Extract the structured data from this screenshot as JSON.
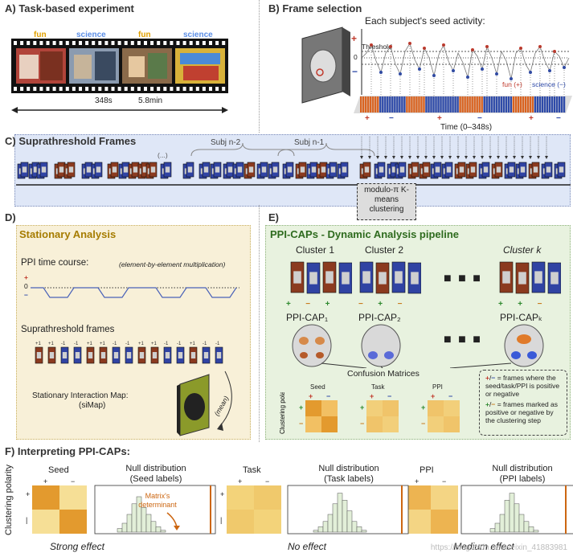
{
  "panelA": {
    "title": "A) Task-based experiment",
    "labels": [
      "fun",
      "science",
      "fun",
      "science"
    ],
    "duration_s": "348s",
    "duration_min": "5.8min"
  },
  "panelB": {
    "title": "B) Frame selection",
    "subtitle": "Each subject's seed activity:",
    "threshold": "Threshold",
    "zero": "0",
    "plus": "+",
    "minus": "−",
    "fun": "fun",
    "fun_sign": "(+)",
    "science": "science",
    "science_sign": "(−)",
    "time": "Time (0–348s)",
    "bottom_signs": [
      "+",
      "−",
      "+",
      "−",
      "+",
      "−"
    ]
  },
  "panelC": {
    "title": "C) Suprathreshold Frames",
    "ellipsis": "(...)",
    "subj_a": "Subj n-2",
    "subj_b": "Subj n-1",
    "kmeans": "modulo-π K-means clustering"
  },
  "panelD": {
    "title": "D)",
    "box_title": "Stationary Analysis",
    "ppi_tc": "PPI time course:",
    "mult": "(element-by-element multiplication)",
    "plus": "+",
    "zero": "0",
    "minus": "−",
    "frames": "Suprathreshold frames",
    "frame_signs": [
      "+1",
      "+1",
      "-1",
      "-1",
      "+1",
      "+1",
      "-1",
      "-1",
      "+1",
      "+1",
      "-1",
      "-1",
      "+1",
      "-1",
      "-1"
    ],
    "simap": "Stationary Interaction Map:",
    "simap2": "(siMap)",
    "mean": "(mean)"
  },
  "panelE": {
    "title": "E)",
    "box_title": "PPI-CAPs - Dynamic Analysis pipeline",
    "clusters": [
      "Cluster 1",
      "Cluster 2",
      "Cluster k"
    ],
    "caps": [
      "PPI-CAP₁",
      "PPI-CAP₂",
      "PPI-CAPₖ"
    ],
    "c1_signs": [
      "+",
      "−",
      "+"
    ],
    "c2_signs": [
      "−",
      "+",
      "−"
    ],
    "ck_signs": [
      "+",
      "+",
      "−"
    ],
    "dots": "■ ■ ■",
    "confusion": "Confusion Matrices",
    "mat_titles": [
      "Seed",
      "Task",
      "PPI"
    ],
    "clust_pol": "Clustering polarity",
    "legend1": "= frames where the seed/task/PPI is positive or negative",
    "legend2": "= frames marked as positive or negative by the clustering step"
  },
  "panelF": {
    "title": "F) Interpreting PPI-CAPs:",
    "mat_titles": [
      "Seed",
      "Task",
      "PPI"
    ],
    "null_titles": [
      "Null distribution (Seed labels)",
      "Null distribution (Task labels)",
      "Null distribution (PPI labels)"
    ],
    "effects": [
      "Strong effect",
      "No effect",
      "Medium effect"
    ],
    "ylabel": "Clustering polarity",
    "det": "Matrix's determinant",
    "watermark": "https://blog.csdn.net/weixin_41883981"
  },
  "colors": {
    "red": "#c0392b",
    "blue": "#2e4aa8",
    "frame_red": "#8b3a1f",
    "frame_blue": "#3043a3",
    "panel_blue_bg": "#dfe7f7",
    "panel_gold_bg": "#f8f0d8",
    "panel_green_bg": "#e8f2df",
    "matrix_dark": "#e39a2e",
    "matrix_light": "#f6df96",
    "orange_line": "#cc6611"
  }
}
